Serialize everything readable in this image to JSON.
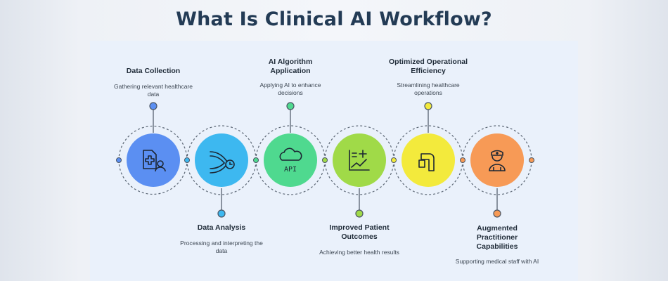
{
  "title": "What Is Clinical AI Workflow?",
  "steps": [
    {
      "heading": "Data Collection",
      "description": "Gathering relevant healthcare data",
      "icon": "patient-record-icon",
      "color": "#5b8ff2",
      "label_position": "top"
    },
    {
      "heading": "Data Analysis",
      "description": "Processing and interpreting the data",
      "icon": "data-flow-clock-icon",
      "color": "#3db8f0",
      "label_position": "bottom"
    },
    {
      "heading": "AI Algorithm Application",
      "description": "Applying AI to enhance decisions",
      "icon": "cloud-api-icon",
      "color": "#4fd98f",
      "label_position": "top"
    },
    {
      "heading": "Improved Patient Outcomes",
      "description": "Achieving better health results",
      "icon": "health-chart-icon",
      "color": "#a0da48",
      "label_position": "bottom"
    },
    {
      "heading": "Optimized Operational Efficiency",
      "description": "Streamlining healthcare operations",
      "icon": "pipeline-icon",
      "color": "#f3ea3c",
      "label_position": "top"
    },
    {
      "heading": "Augmented Practitioner Capabilities",
      "description": "Supporting medical staff with AI",
      "icon": "doctor-icon",
      "color": "#f79a56",
      "label_position": "bottom"
    }
  ]
}
